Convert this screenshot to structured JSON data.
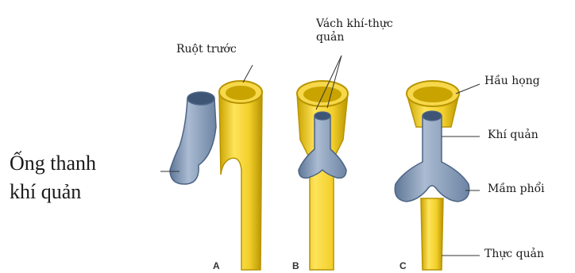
{
  "side_label": "Ống thanh\nkhí quản",
  "labels": {
    "ruot_truoc": "Ruột trước",
    "vach": "Vách khí-thực\nquản",
    "hau_hong": "Hầu họng",
    "khi_quan": "Khí quản",
    "mam_phoi": "Mầm phổi",
    "thuc_quan": "Thực quản"
  },
  "panels": [
    "A",
    "B",
    "C"
  ],
  "colors": {
    "yellow": "#f2cf2a",
    "yellow_dark": "#b89400",
    "blue": "#8fa6c2",
    "blue_dark": "#4d6585"
  }
}
